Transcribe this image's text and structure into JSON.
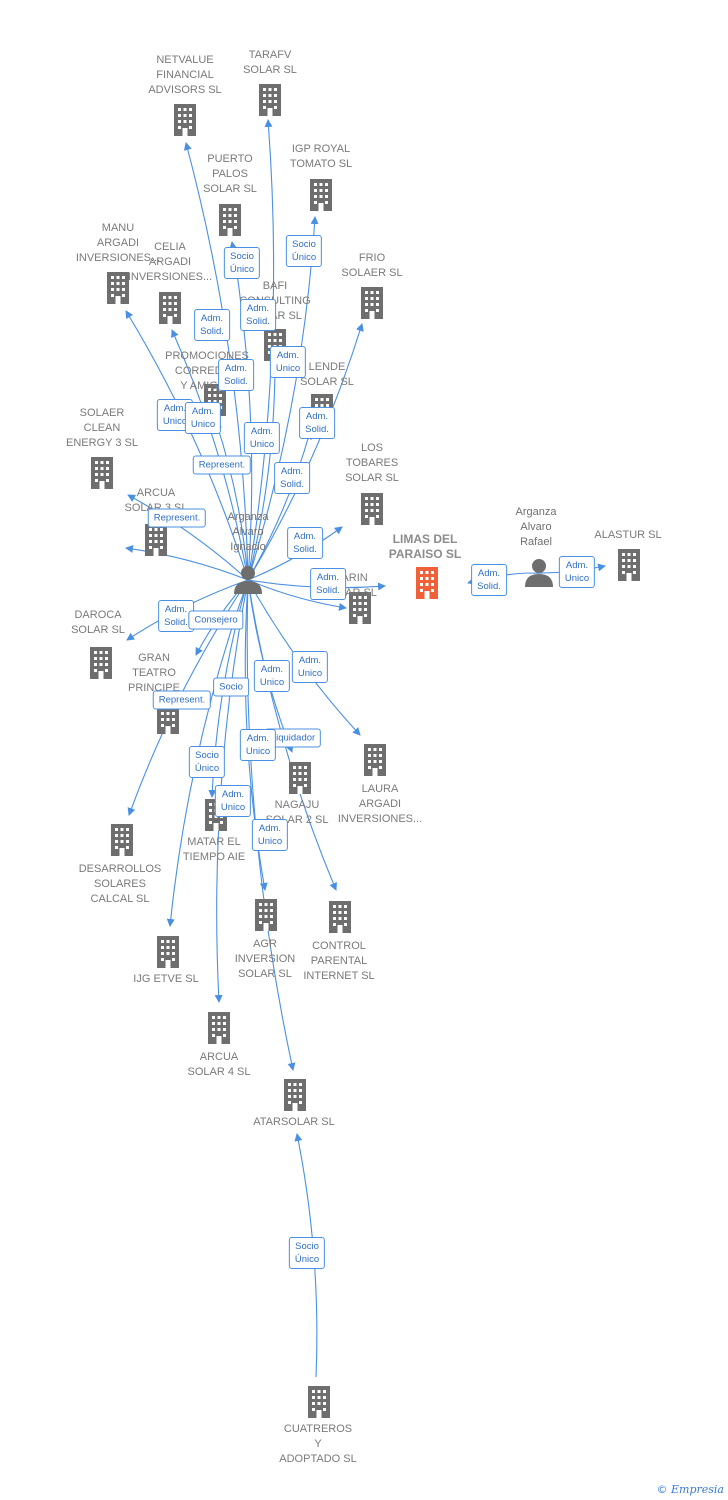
{
  "colors": {
    "edge": "#4a90e2",
    "building": "#6e6e6e",
    "focus": "#f0613a",
    "person": "#6e6e6e"
  },
  "nodes": [
    {
      "id": "netvalue",
      "label": "NETVALUE\nFINANCIAL\nADVISORS  SL",
      "type": "company"
    },
    {
      "id": "tarafv",
      "label": "TARAFV\nSOLAR SL",
      "type": "company"
    },
    {
      "id": "igp",
      "label": "IGP ROYAL\nTOMATO  SL",
      "type": "company"
    },
    {
      "id": "puerto",
      "label": "PUERTO\nPALOS\nSOLAR SL",
      "type": "company"
    },
    {
      "id": "manu",
      "label": "MANU\nARGADI\nINVERSIONES...",
      "type": "company"
    },
    {
      "id": "celia",
      "label": "CELIA\nARGADI\nINVERSIONES...",
      "type": "company"
    },
    {
      "id": "frio",
      "label": "FRIO\nSOLAER SL",
      "type": "company"
    },
    {
      "id": "bafi",
      "label": "BAFI\nCONSULTING\nSOLAR SL",
      "type": "company"
    },
    {
      "id": "promociones",
      "label": "PROMOCIONES\nCORREDOR\nY AMIGOS",
      "type": "company"
    },
    {
      "id": "lende",
      "label": "LENDE\nSOLAR SL",
      "type": "company"
    },
    {
      "id": "solaer",
      "label": "SOLAER\nCLEAN\nENERGY 3  SL",
      "type": "company"
    },
    {
      "id": "tobares",
      "label": "LOS\nTOBARES\nSOLAR SL",
      "type": "company"
    },
    {
      "id": "arcua3",
      "label": "ARCUA\nSOLAR 3 SL",
      "type": "company"
    },
    {
      "id": "arganza_i",
      "label": "Arganza\nAlvaro\nIgnacio",
      "type": "person"
    },
    {
      "id": "limas",
      "label": "LIMAS DEL\nPARAISO  SL",
      "type": "focus"
    },
    {
      "id": "arganza_r",
      "label": "Arganza\nAlvaro\nRafael",
      "type": "person"
    },
    {
      "id": "alastur",
      "label": "ALASTUR SL",
      "type": "company"
    },
    {
      "id": "marin",
      "label": "MARIN\nSOLAR SL",
      "type": "company"
    },
    {
      "id": "daroca",
      "label": "DAROCA\nSOLAR SL",
      "type": "company"
    },
    {
      "id": "gran",
      "label": "GRAN\nTEATRO\nPRINCIPE",
      "type": "company"
    },
    {
      "id": "laura",
      "label": "LAURA\nARGADI\nINVERSIONES...",
      "type": "company"
    },
    {
      "id": "nagaju",
      "label": "NAGAJU\nSOLAR 2 SL",
      "type": "company"
    },
    {
      "id": "desarrollos",
      "label": "DESARROLLOS\nSOLARES\nCALCAL SL",
      "type": "company"
    },
    {
      "id": "matar",
      "label": "MATAR EL\nTIEMPO  AIE",
      "type": "company"
    },
    {
      "id": "agr",
      "label": "AGR\nINVERSION\nSOLAR SL",
      "type": "company"
    },
    {
      "id": "control",
      "label": "CONTROL\nPARENTAL\nINTERNET  SL",
      "type": "company"
    },
    {
      "id": "ijg",
      "label": "IJG ETVE SL",
      "type": "company"
    },
    {
      "id": "arcua4",
      "label": "ARCUA\nSOLAR 4 SL",
      "type": "company"
    },
    {
      "id": "atarsolar",
      "label": "ATARSOLAR SL",
      "type": "company"
    },
    {
      "id": "cuatreros",
      "label": "CUATREROS\nY\nADOPTADO  SL",
      "type": "company"
    }
  ],
  "edges": [
    {
      "from": "arganza_i",
      "to": "netvalue",
      "label": "Adm.\nUnico"
    },
    {
      "from": "arganza_i",
      "to": "tarafv",
      "label": "Socio\nÚnico"
    },
    {
      "from": "arganza_i",
      "to": "igp",
      "label": "Socio\nÚnico"
    },
    {
      "from": "arganza_i",
      "to": "puerto",
      "label": "Adm.\nSolid."
    },
    {
      "from": "arganza_i",
      "to": "manu",
      "label": "Adm.\nUnico"
    },
    {
      "from": "arganza_i",
      "to": "celia",
      "label": "Adm.\nSolid."
    },
    {
      "from": "arganza_i",
      "to": "frio",
      "label": "Adm.\nUnico"
    },
    {
      "from": "arganza_i",
      "to": "bafi",
      "label": "Adm.\nSolid."
    },
    {
      "from": "arganza_i",
      "to": "promociones",
      "label": "Adm.\nUnico"
    },
    {
      "from": "arganza_i",
      "to": "lende",
      "label": "Adm.\nSolid."
    },
    {
      "from": "arganza_i",
      "to": "solaer",
      "label": "Represent."
    },
    {
      "from": "arganza_i",
      "to": "tobares",
      "label": "Adm.\nSolid."
    },
    {
      "from": "arganza_i",
      "to": "arcua3",
      "label": "Represent."
    },
    {
      "from": "arganza_i",
      "to": "limas",
      "label": "Adm.\nSolid."
    },
    {
      "from": "arganza_r",
      "to": "limas",
      "label": "Adm.\nSolid."
    },
    {
      "from": "arganza_r",
      "to": "alastur",
      "label": "Adm.\nUnico"
    },
    {
      "from": "arganza_i",
      "to": "marin",
      "label": "Adm.\nSolid."
    },
    {
      "from": "arganza_i",
      "to": "daroca",
      "label": "Adm.\nSolid."
    },
    {
      "from": "arganza_i",
      "to": "gran",
      "label": "Consejero"
    },
    {
      "from": "arganza_i",
      "to": "laura",
      "label": "Adm.\nUnico"
    },
    {
      "from": "arganza_i",
      "to": "nagaju",
      "label": "Liquidador"
    },
    {
      "from": "arganza_i",
      "to": "desarrollos",
      "label": "Represent."
    },
    {
      "from": "arganza_i",
      "to": "matar",
      "label": "Socio"
    },
    {
      "from": "arganza_i",
      "to": "agr",
      "label": "Adm.\nUnico"
    },
    {
      "from": "arganza_i",
      "to": "control",
      "label": "Adm.\nUnico"
    },
    {
      "from": "arganza_i",
      "to": "ijg",
      "label": "Socio\nÚnico"
    },
    {
      "from": "arganza_i",
      "to": "arcua4",
      "label": "Adm.\nUnico"
    },
    {
      "from": "arganza_i",
      "to": "atarsolar",
      "label": "Adm.\nUnico"
    },
    {
      "from": "cuatreros",
      "to": "atarsolar",
      "label": "Socio\nÚnico"
    }
  ],
  "brand": {
    "symbol": "©",
    "name": "Empresia"
  }
}
